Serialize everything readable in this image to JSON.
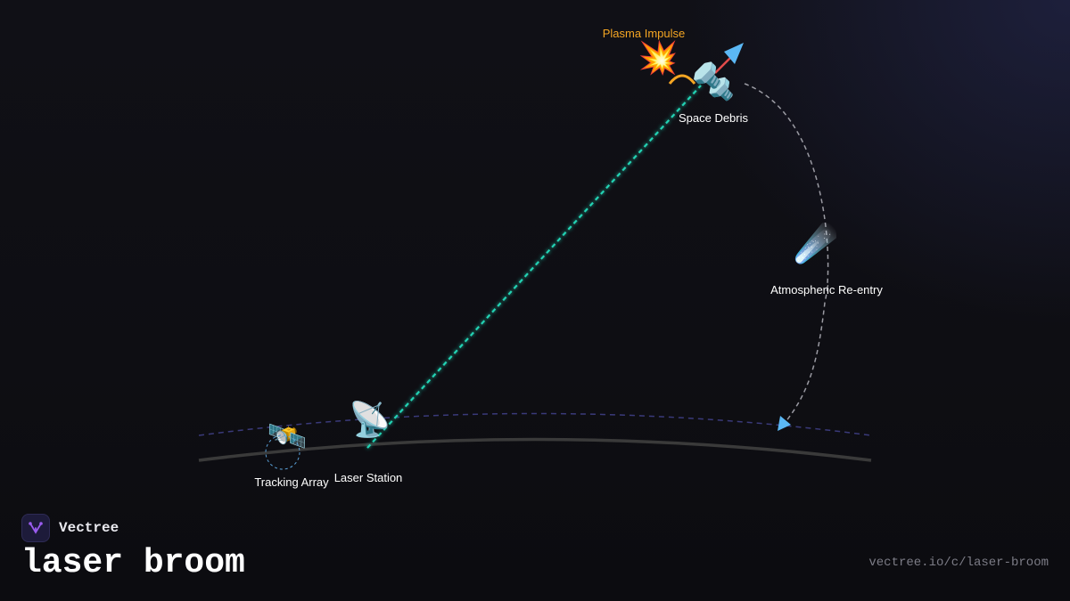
{
  "brand": {
    "name": "Vectree"
  },
  "title": "laser broom",
  "url": "vectree.io/c/laser-broom",
  "labels": {
    "plasma_impulse": "Plasma Impulse",
    "space_debris": "Space Debris",
    "atmospheric_reentry": "Atmospheric Re-entry",
    "tracking_array": "Tracking Array",
    "laser_station": "Laser Station"
  },
  "icons": {
    "explosion": "💥",
    "debris": "🔩",
    "comet": "☄️",
    "satellite": "🛰️",
    "dish": "📡"
  },
  "colors": {
    "laser_beam": "#22d3b4",
    "plasma_label": "#f5a623",
    "plasma_arc": "#f5a623",
    "thrust_arrow": "#5bb8f5",
    "impulse_arrow": "#e34b4b",
    "atmosphere": "#3a3a7a",
    "earth_surface": "#3a3a3a",
    "reentry_path": "#9a9aa2",
    "tracking_ring": "#5aa0d8",
    "brand_logo": "#9b5cf0"
  }
}
